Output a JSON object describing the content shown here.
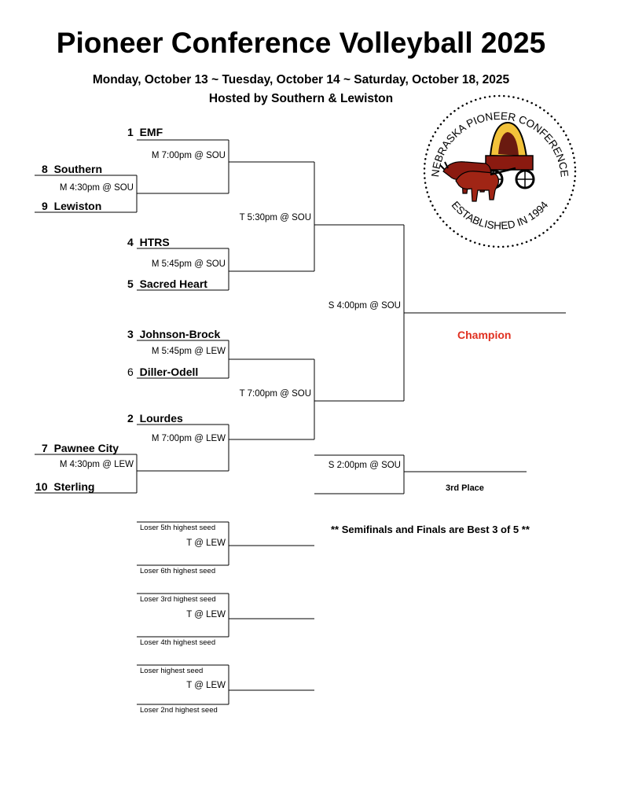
{
  "header": {
    "title": "Pioneer Conference Volleyball 2025",
    "dates": "Monday, October 13 ~ Tuesday, October 14 ~ Saturday, October 18, 2025",
    "hosts": "Hosted by Southern & Lewiston"
  },
  "logo": {
    "top_text": "NEBRASKA PIONEER CONFERENCE",
    "bottom_text": "ESTABLISHED IN 1994"
  },
  "teams": {
    "emf": {
      "seed": "1",
      "name": "EMF"
    },
    "southern": {
      "seed": "8",
      "name": "Southern"
    },
    "lewiston": {
      "seed": "9",
      "name": "Lewiston"
    },
    "htrs": {
      "seed": "4",
      "name": "HTRS"
    },
    "sacred_heart": {
      "seed": "5",
      "name": "Sacred Heart"
    },
    "johnson_brock": {
      "seed": "3",
      "name": "Johnson-Brock"
    },
    "diller_odell": {
      "seed": "6",
      "name": "Diller-Odell"
    },
    "lourdes": {
      "seed": "2",
      "name": "Lourdes"
    },
    "pawnee_city": {
      "seed": "7",
      "name": "Pawnee City"
    },
    "sterling": {
      "seed": "10",
      "name": "Sterling"
    }
  },
  "games": {
    "play_in_top": "M 4:30pm @ SOU",
    "play_in_bottom": "M 4:30pm @ LEW",
    "qf1": "M 7:00pm @ SOU",
    "qf2": "M 5:45pm @ SOU",
    "qf3": "M 5:45pm @ LEW",
    "qf4": "M 7:00pm @ LEW",
    "sf1": "T 5:30pm @ SOU",
    "sf2": "T 7:00pm @ SOU",
    "final": "S 4:00pm @ SOU",
    "third": "S 2:00pm @ SOU"
  },
  "labels": {
    "champion": "Champion",
    "third_place": "3rd Place",
    "note": "** Semifinals and Finals are Best 3 of 5 **"
  },
  "consolation": [
    {
      "top": "Loser 5th highest seed",
      "game": "T  @ LEW",
      "bottom": "Loser 6th highest seed"
    },
    {
      "top": "Loser 3rd highest seed",
      "game": "T  @ LEW",
      "bottom": "Loser 4th highest seed"
    },
    {
      "top": "Loser highest seed",
      "game": "T  @ LEW",
      "bottom": "Loser 2nd highest seed"
    }
  ],
  "colors": {
    "champion": "#e03020",
    "logo_wagon": "#f2c23a",
    "logo_oxen": "#8b1a10"
  }
}
